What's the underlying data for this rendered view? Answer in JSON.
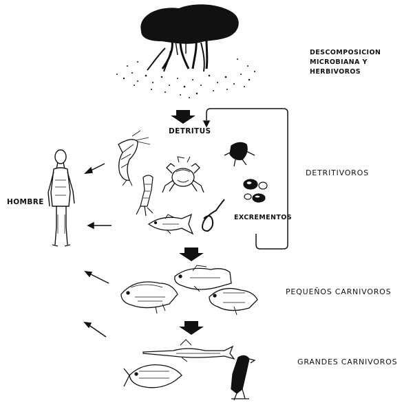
{
  "labels": {
    "decomposition": [
      "DESCOMPOSICION",
      "MICROBIANA Y",
      "HERBIVOROS"
    ],
    "detritus": "DETRITUS",
    "detritivores": "DETRITIVOROS",
    "man": "HOMBRE",
    "excrements": "EXCREMENTOS",
    "small_carnivores": "PEQUEÑOS CARNIVOROS",
    "large_carnivores": "GRANDES CARNIVOROS"
  },
  "colors": {
    "ink": "#111111",
    "paper": "#ffffff"
  },
  "icons": [
    "mangrove-tree-icon",
    "shrimp-icon",
    "amphipod-icon",
    "crab-icon",
    "insect-larva-icon",
    "mollusk-icon",
    "small-fish-icon",
    "worm-icon",
    "human-figure-icon",
    "sunfish-icon",
    "needlefish-icon",
    "jack-fish-icon",
    "bird-icon"
  ]
}
